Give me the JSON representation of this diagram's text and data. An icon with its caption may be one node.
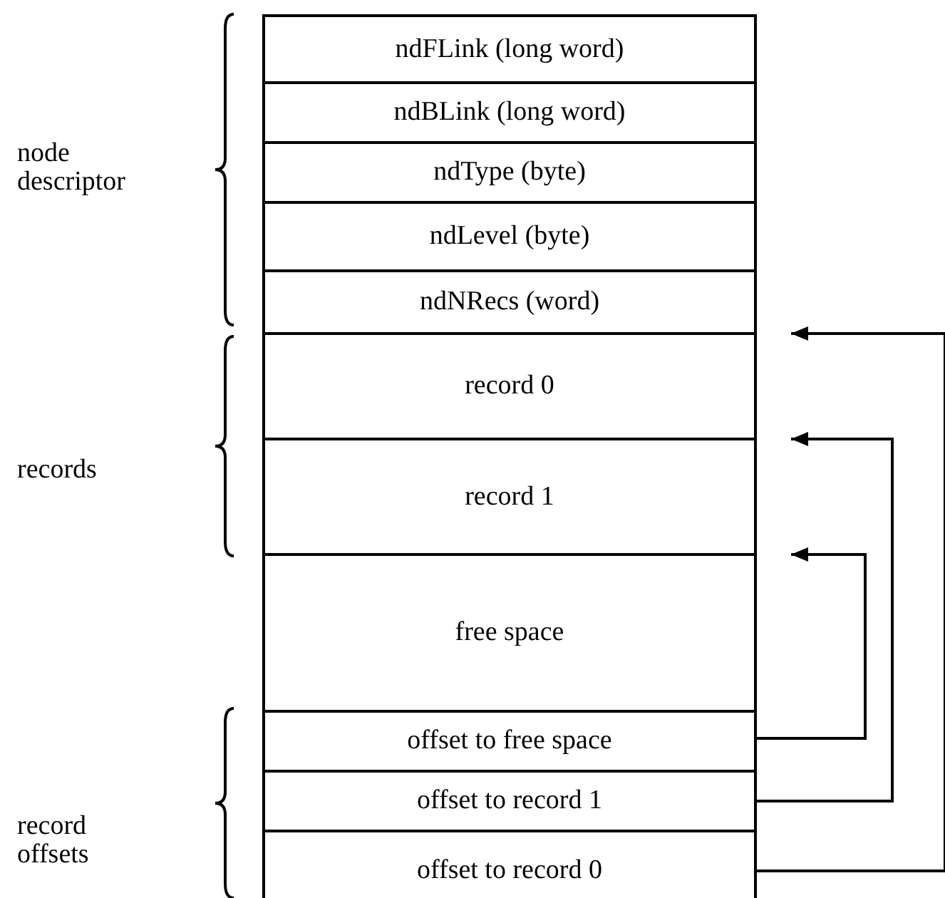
{
  "diagram": {
    "nodes": [
      {
        "text": [
          "ndFLink (long word)"
        ]
      },
      {
        "text": [
          "ndBLink (long word)"
        ]
      },
      {
        "text": [
          "ndType (byte)"
        ]
      },
      {
        "text": [
          "ndLevel (byte)"
        ]
      },
      {
        "text": [
          "ndNRecs (word)"
        ]
      },
      {
        "text": [
          "record 0"
        ]
      },
      {
        "text": [
          "record 1"
        ]
      },
      {
        "text": [
          "free space"
        ]
      },
      {
        "text": [
          "offset to free space"
        ]
      },
      {
        "text": [
          "offset to record 1"
        ]
      },
      {
        "text": [
          "offset to record 0"
        ]
      }
    ],
    "edges": [
      {
        "from": 8,
        "to": 7,
        "arrow": "to"
      },
      {
        "from": 9,
        "to": 6,
        "arrow": "to"
      },
      {
        "from": 10,
        "to": 5,
        "arrow": "to"
      }
    ],
    "labels": [
      "node descriptor",
      "records",
      "record offsets"
    ]
  }
}
